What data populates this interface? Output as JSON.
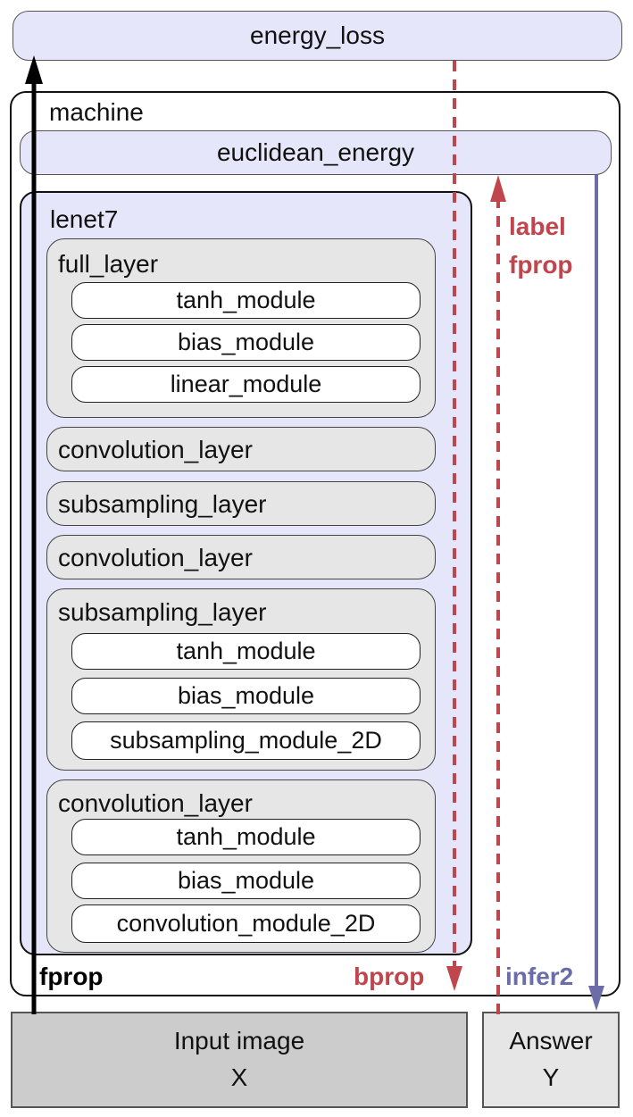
{
  "energy_loss": "energy_loss",
  "machine": "machine",
  "euclidean_energy": "euclidean_energy",
  "lenet7": "lenet7",
  "layers": {
    "full": {
      "label": "full_layer",
      "modules": [
        "tanh_module",
        "bias_module",
        "linear_module"
      ]
    },
    "conv_a": {
      "label": "convolution_layer"
    },
    "sub_a": {
      "label": "subsampling_layer"
    },
    "conv_b": {
      "label": "convolution_layer"
    },
    "sub_b": {
      "label": "subsampling_layer",
      "modules": [
        "tanh_module",
        "bias_module",
        "subsampling_module_2D"
      ]
    },
    "conv_c": {
      "label": "convolution_layer",
      "modules": [
        "tanh_module",
        "bias_module",
        "convolution_module_2D"
      ]
    }
  },
  "arrows": {
    "fprop": "fprop",
    "bprop": "bprop",
    "label_fprop_line1": "label",
    "label_fprop_line2": "fprop",
    "infer2": "infer2"
  },
  "inputs": {
    "input_image": "Input image",
    "input_var": "X",
    "answer": "Answer",
    "answer_var": "Y"
  },
  "colors": {
    "lavender": "#e6e6fa",
    "gray": "#e6e6e6",
    "dark_gray": "#cccccc",
    "red": "#c0464e",
    "purple": "#6c6ca8",
    "black": "#000000"
  }
}
